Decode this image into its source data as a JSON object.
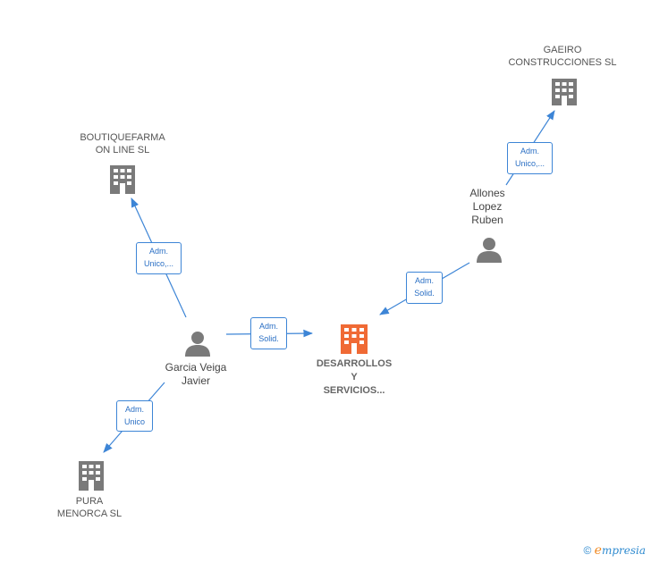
{
  "nodes": {
    "desarrollos": {
      "lines": [
        "DESARROLLOS",
        "Y",
        "SERVICIOS..."
      ]
    },
    "gaeiro": {
      "lines": [
        "GAEIRO",
        "CONSTRUCCIONES SL"
      ]
    },
    "boutiquefarma": {
      "lines": [
        "BOUTIQUEFARMA",
        "ON LINE  SL"
      ]
    },
    "pura_menorca": {
      "lines": [
        "PURA",
        "MENORCA  SL"
      ]
    },
    "garcia": {
      "lines": [
        "Garcia Veiga",
        "Javier"
      ]
    },
    "allones": {
      "lines": [
        "Allones",
        "Lopez",
        "Ruben"
      ]
    }
  },
  "edges": {
    "allones_gaeiro": [
      "Adm.",
      "Unico,..."
    ],
    "garcia_boutiquefarma": [
      "Adm.",
      "Unico,..."
    ],
    "garcia_desarrollos": [
      "Adm.",
      "Solid."
    ],
    "allones_desarrollos": [
      "Adm.",
      "Solid."
    ],
    "garcia_pura": [
      "Adm.",
      "Unico"
    ]
  },
  "footer": {
    "copyright": "©",
    "brand_e": "e",
    "brand_rest": "mpresia"
  },
  "colors": {
    "company": "#7a7a7a",
    "main_company": "#f06a35",
    "person": "#7a7a7a",
    "edge": "#3d85d6"
  }
}
